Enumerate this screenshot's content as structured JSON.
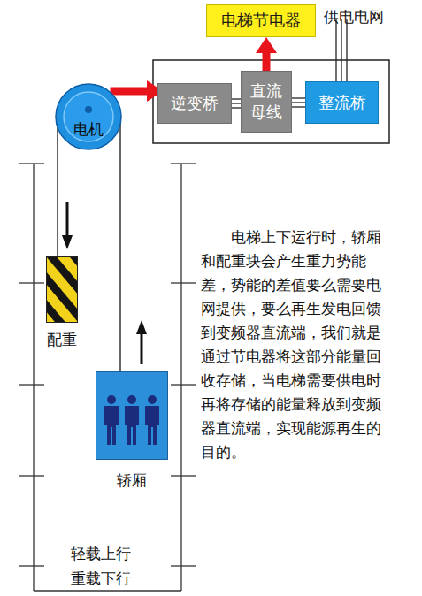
{
  "diagram": {
    "nodes": [
      {
        "text": [
          "电梯节电器"
        ]
      },
      {
        "text": [
          "逆变桥"
        ]
      },
      {
        "text": [
          "直流 母线"
        ]
      },
      {
        "text": [
          "整流桥"
        ]
      },
      {
        "text": [
          "电机"
        ]
      },
      {
        "text": [
          "配重"
        ]
      },
      {
        "text": [
          "轿厢"
        ]
      }
    ],
    "edges": [
      {
        "from": 4,
        "to": 1,
        "arrow": "to"
      },
      {
        "from": 2,
        "to": 0,
        "arrow": "to"
      },
      {
        "from": 1,
        "to": 2,
        "arrow": "none"
      },
      {
        "from": 2,
        "to": 3,
        "arrow": "none"
      },
      {
        "from": 4,
        "to": 5,
        "arrow": "none"
      },
      {
        "from": 4,
        "to": 6,
        "arrow": "none"
      }
    ],
    "labels": [
      "供电电网",
      "电梯上下运行时，轿厢和配重块会产生重力势能差，势能的差值要么需要电网提供，要么再生发电回馈到变频器直流端，我们就是通过节电器将这部分能量回收存储，当电梯需要供电时再将存储的能量释放到变频器直流端，实现能源再生的目的。",
      "轻载上行 重载下行"
    ]
  }
}
